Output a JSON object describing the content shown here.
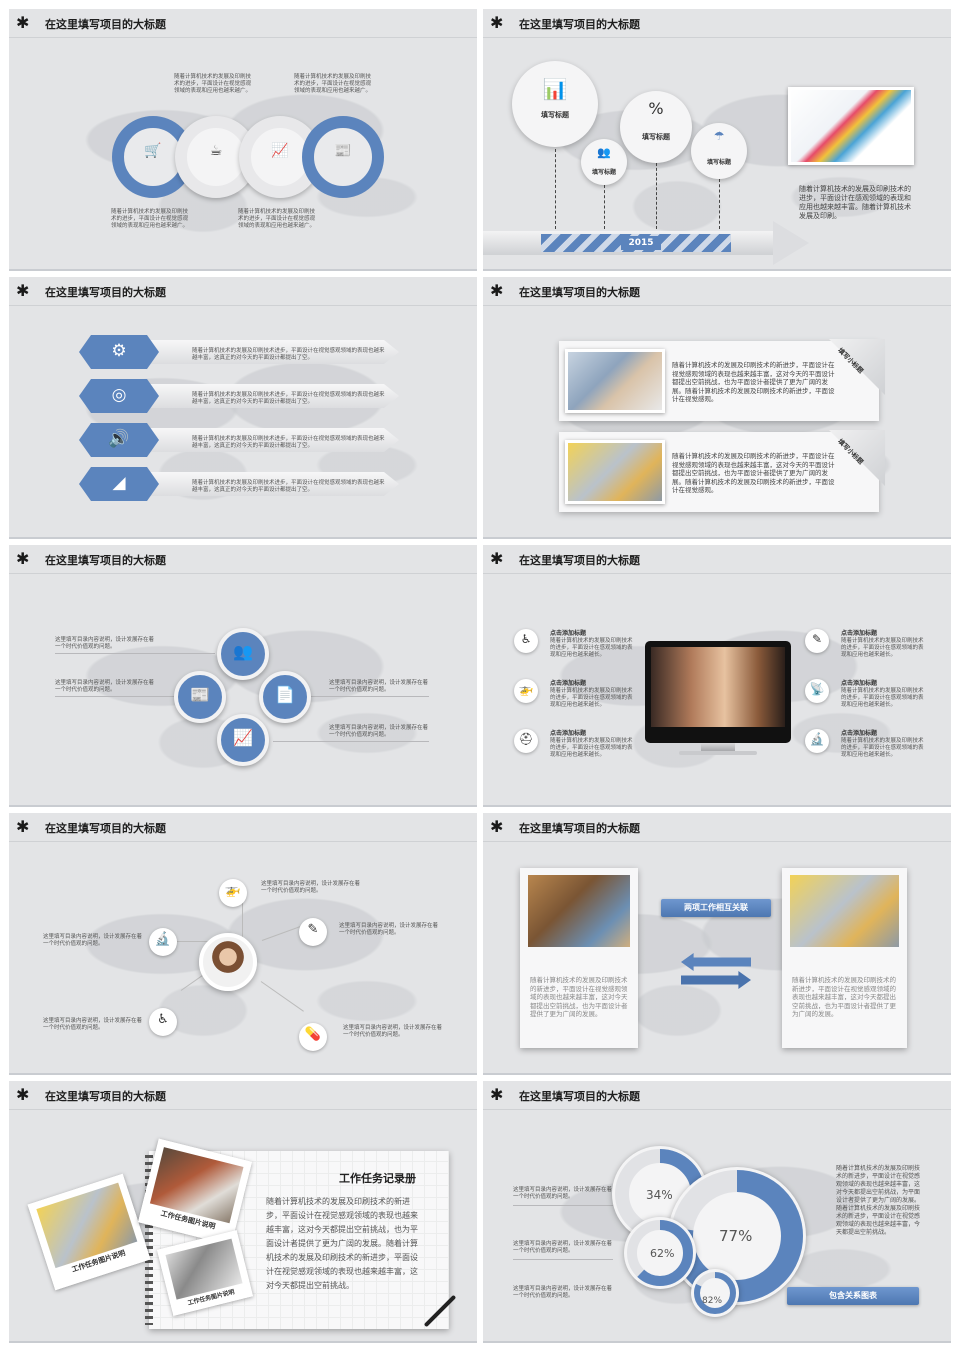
{
  "slide_title": "在这里填写项目的大标题",
  "s1": {
    "para": "随着计算机技术的发展及印刷技术的进步，平面设计在视觉感观领域的表现和应用也越来越广。",
    "icons": [
      "cart-icon",
      "coffee-money-icon",
      "chart-monitor-icon",
      "news-icon"
    ]
  },
  "s2": {
    "labels": [
      "填写标题",
      "填写标题",
      "填写标题",
      "填写标题"
    ],
    "year": "2015",
    "desc": "随着计算机技术的发展及印刷技术的进步，平面设计在感观领域的表现和应用也越来越丰富。随着计算机技术发展及印刷。"
  },
  "s3": {
    "row_text": "随着计算机技术的发展及印刷技术进步，平面设计在视觉感观领域的表现也越来越丰富，这真正的对今天的平面设计都提出了空。",
    "icons": [
      "gear-icon",
      "lifebuoy-icon",
      "speaker-icon",
      "rss-icon"
    ]
  },
  "s4": {
    "text": "随着计算机技术的发展及印刷技术的新进步，平面设计在视觉感观领域的表现也越来越丰富，这对今天的平面设计都提出空前挑战，也为平面设计者提供了更为广阔的发展。随着计算机技术的发展及印刷技术的新进步，平面设计在视觉感观。",
    "tag": "填写小标题"
  },
  "s5": {
    "item": "这里填写目录内容说明，设计发展存在着一个时代价值观的问题。"
  },
  "s6": {
    "heading": "点击添加标题",
    "text": "随着计算机技术的发展及印刷技术的进步，平面设计在感观领域的表现和应用也越来越长。"
  },
  "s7": {
    "item": "这里填写目录内容说明，设计发展存在着一个时代价值观的问题。"
  },
  "s8": {
    "button": "两项工作相互关联",
    "text": "随着计算机技术的发展及印刷技术的新进步，平面设计在视觉感观领域的表现也越来越丰富，这对今天都提出空前挑战，也为平面设计者提供了更为广阔的发展。"
  },
  "s9": {
    "heading": "工作任务记录册",
    "body": "随着计算机技术的发展及印刷技术的新进步，平面设计在视觉感观领域的表现也越来越丰富，这对今天都提出空前挑战，也为平面设计者提供了更为广阔的发展。随着计算机技术的发展及印刷技术的新进步，平面设计在视觉感观领域的表现也越来越丰富，这对今天都提出空前挑战。",
    "photo_labels": [
      "工作任务图片说明",
      "工作任务图片说明",
      "工作任务图片说明"
    ]
  },
  "s10": {
    "item": "这里填写目录内容说明，设计发展存在着一个时代价值观的问题。",
    "percents": [
      "34%",
      "77%",
      "62%",
      "82%"
    ],
    "percent_values": [
      34,
      77,
      62,
      82
    ],
    "desc": "随着计算机技术的发展及印刷技术的新进步，平面设计在视觉感观领域的表现也越来越丰富，这对今天都提出空前挑战，为平面设计者提供了更为广阔的发展。随着计算机技术的发展及印刷技术的新进步，平面设计在视觉感观领域的表现也越来越丰富，今天都提出空前挑战。",
    "button": "包含关系图表"
  },
  "colors": {
    "accent": "#5b84bd",
    "background": "#e3e4e6"
  }
}
